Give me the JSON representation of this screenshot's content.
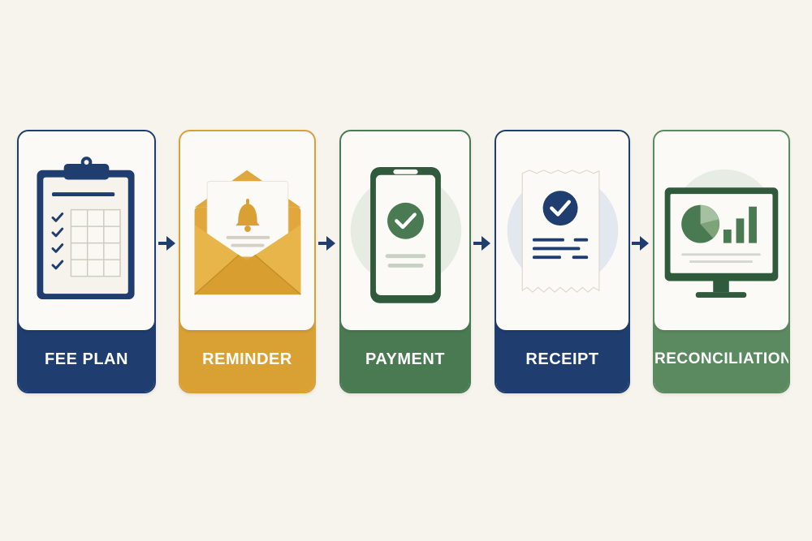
{
  "colors": {
    "background": "#f7f4ee",
    "navy": "#1f3d6e",
    "gold": "#d9a034",
    "green": "#4a7a52",
    "card_face": "#fbfaf6"
  },
  "steps": [
    {
      "label": "FEE PLAN",
      "icon": "clipboard-checklist-icon",
      "color": "#1f3d6e"
    },
    {
      "label": "REMINDER",
      "icon": "envelope-bell-icon",
      "color": "#d9a034"
    },
    {
      "label": "PAYMENT",
      "icon": "phone-check-icon",
      "color": "#4a7a52"
    },
    {
      "label": "RECEIPT",
      "icon": "receipt-check-icon",
      "color": "#1f3d6e"
    },
    {
      "label": "RECONCILIATION",
      "icon": "monitor-chart-icon",
      "color": "#5b8a60"
    }
  ],
  "connector_icon": "arrow-right-icon"
}
